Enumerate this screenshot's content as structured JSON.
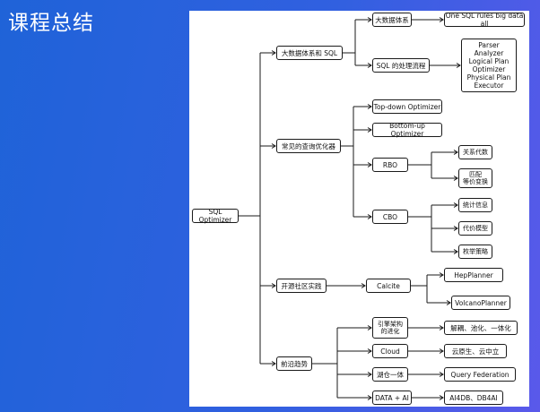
{
  "slide": {
    "title": "课程总结"
  },
  "mindmap": {
    "root": "SQL Optimizer",
    "n1": "大数据体系和 SQL",
    "n1a": "大数据体系",
    "n1a1": "One SQL rules big data all",
    "n1b": "SQL 的处理流程",
    "n1b1": "Parser\nAnalyzer\nLogical Plan\nOptimizer\nPhysical Plan\nExecutor",
    "n2": "常见的查询优化器",
    "n2a": "Top-down Optimizer",
    "n2b": "Bottom-up Optimizer",
    "n2c": "RBO",
    "n2c1": "关系代数",
    "n2c2": "匹配\n等价变换",
    "n2d": "CBO",
    "n2d1": "统计信息",
    "n2d2": "代价模型",
    "n2d3": "枚举策略",
    "n3": "开源社区实践",
    "n3a": "Calcite",
    "n3a1": "HepPlanner",
    "n3a2": "VolcanoPlanner",
    "n4": "前沿趋势",
    "n4a": "引擎架构\n的进化",
    "n4a1": "解耦、池化、一体化",
    "n4b": "Cloud",
    "n4b1": "云原生、云中立",
    "n4c": "湖仓一体",
    "n4c1": "Query Federation",
    "n4d": "DATA + AI",
    "n4d1": "AI4DB、DB4AI"
  }
}
